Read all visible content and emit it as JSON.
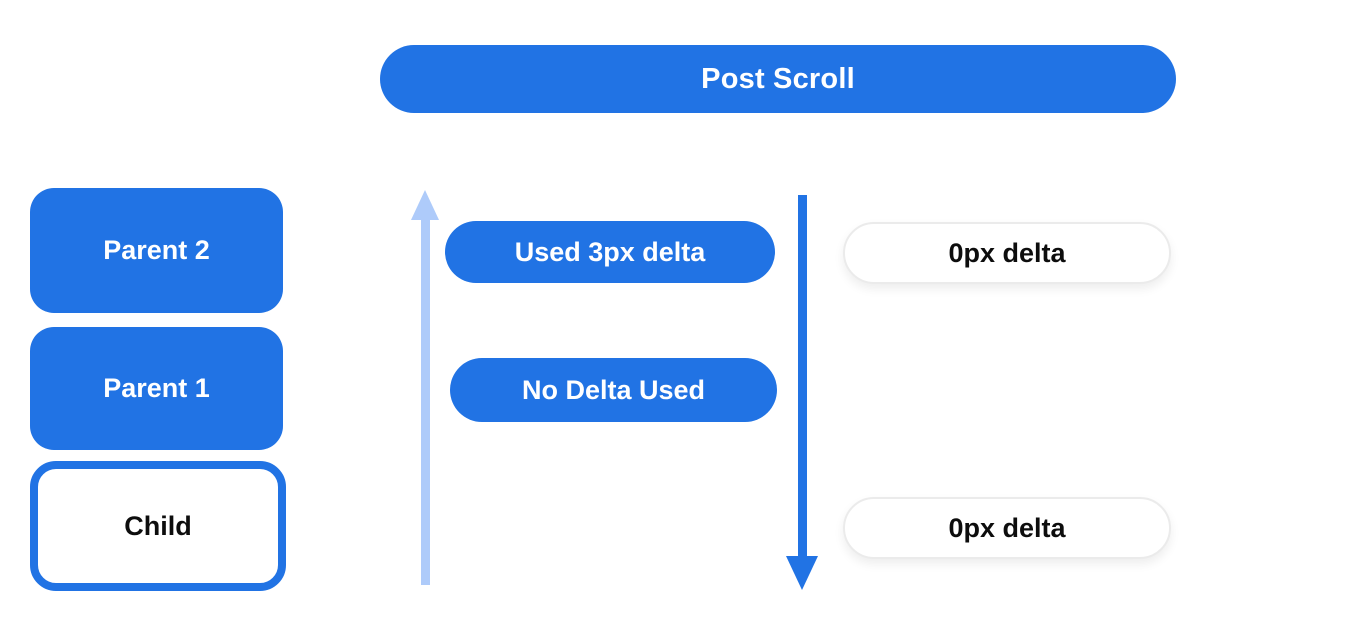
{
  "colors": {
    "primary_blue": "#2173e4",
    "light_blue": "#aecbfa",
    "white_pill_border": "#ebebeb",
    "text_dark": "#0d0d0d",
    "text_white": "#ffffff",
    "background": "#ffffff"
  },
  "header": {
    "title": "Post Scroll"
  },
  "stack": {
    "parent2_label": "Parent 2",
    "parent1_label": "Parent 1",
    "child_label": "Child"
  },
  "flow": {
    "up_arrow_icon": "up-arrow",
    "down_arrow_icon": "down-arrow",
    "used_delta_label": "Used 3px delta",
    "no_delta_label": "No Delta Used",
    "zero_delta_top_label": "0px delta",
    "zero_delta_bottom_label": "0px delta"
  }
}
